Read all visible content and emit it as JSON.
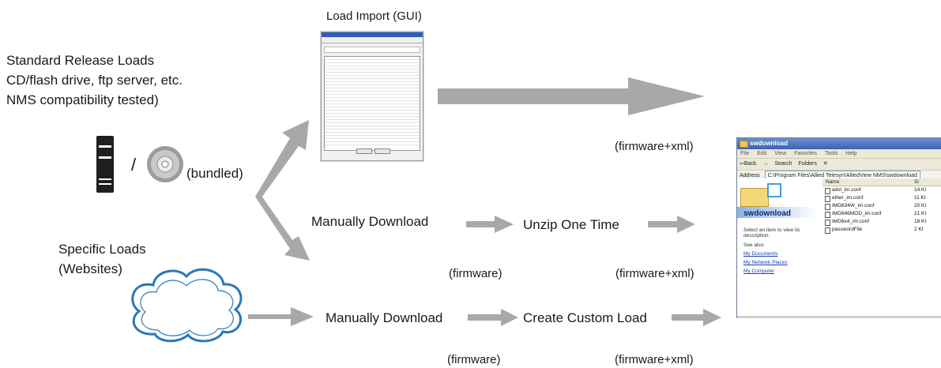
{
  "labels": {
    "load_import": "Load Import (GUI)",
    "standard_title": "Standard Release Loads",
    "standard_line2": "CD/flash drive, ftp server, etc.",
    "standard_line3": "NMS compatibility tested)",
    "slash": "/",
    "bundled": "(bundled)",
    "fw_xml_top": "(firmware+xml)",
    "manual_download_1": "Manually Download",
    "unzip": "Unzip One Time",
    "fw_1": "(firmware)",
    "fw_xml_mid": "(firmware+xml)",
    "specific_title": "Specific Loads",
    "specific_sub": "(Websites)",
    "manual_download_2": "Manually Download",
    "custom_load": "Create Custom Load",
    "fw_2": "(firmware)",
    "fw_xml_bottom": "(firmware+xml)"
  },
  "colors": {
    "arrow": "#a8a8a8",
    "cloud_stroke": "#2b78b6",
    "cloud_fill": "#ffffff"
  },
  "explorer": {
    "title": "swdownload",
    "menu": [
      "File",
      "Edit",
      "View",
      "Favorites",
      "Tools",
      "Help"
    ],
    "toolbar": [
      "⇦Back",
      "→",
      "Search",
      "Folders",
      "✕"
    ],
    "address_label": "Address",
    "address_path": "C:\\Program Files\\Allied Telesyn\\AlliedView NMS\\swdownload",
    "panel_title": "swdownload",
    "panel_desc": "Select an item to view its description.",
    "see_also": "See also:",
    "links": [
      "My Documents",
      "My Network Places",
      "My Computer"
    ],
    "col_name": "Name",
    "col_size": "Si",
    "files": [
      {
        "name": "adsl_im.conf",
        "size": "14 KI"
      },
      {
        "name": "ether_im.conf",
        "size": "11 KI"
      },
      {
        "name": "iMG634W_im.conf",
        "size": "20 KI"
      },
      {
        "name": "iMG646MOD_im.conf",
        "size": "21 KI"
      },
      {
        "name": "iMG6x4_im.conf",
        "size": "18 KI"
      },
      {
        "name": "passwordFile",
        "size": "2 KI"
      }
    ]
  }
}
